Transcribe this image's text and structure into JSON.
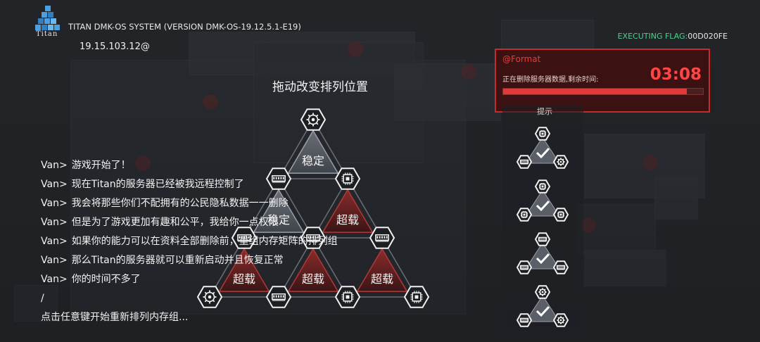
{
  "header": {
    "logo_text": "Titan",
    "system_title": "TITAN DMK-OS SYSTEM (VERSION DMK-OS-19.12.5.1-E19)",
    "prompt": "19.15.103.12@",
    "flag_label": "EXECUTING FLAG:",
    "flag_value": "00D020FE"
  },
  "board": {
    "title": "拖动改变排列位置",
    "tiles": [
      {
        "label": "稳定",
        "state": "stable"
      },
      {
        "label": "稳定",
        "state": "stable"
      },
      {
        "label": "超载",
        "state": "overload"
      },
      {
        "label": "超载",
        "state": "overload"
      },
      {
        "label": "超载",
        "state": "overload"
      },
      {
        "label": "超载",
        "state": "overload"
      }
    ],
    "nodes": [
      {
        "icon": "gear-icon"
      },
      {
        "icon": "memory-icon"
      },
      {
        "icon": "chip-icon"
      },
      {
        "icon": "memory-icon"
      },
      {
        "icon": "memory-icon"
      },
      {
        "icon": "memory-icon"
      },
      {
        "icon": "gear-icon"
      },
      {
        "icon": "memory-icon"
      },
      {
        "icon": "chip-icon"
      },
      {
        "icon": "chip-icon"
      }
    ]
  },
  "console": {
    "lines": [
      {
        "speaker": "Van>",
        "text": "游戏开始了！"
      },
      {
        "speaker": "Van>",
        "text": "现在Titan的服务器已经被我远程控制了"
      },
      {
        "speaker": "Van>",
        "text": "我会将那些你们不配拥有的公民隐私数据一一删除"
      },
      {
        "speaker": "Van>",
        "text": "但是为了游戏更加有趣和公平，我给你一点权限"
      },
      {
        "speaker": "Van>",
        "text": "如果你的能力可以在资料全部删除前，重组内存矩阵的排列组"
      },
      {
        "speaker": "Van>",
        "text": "那么Titan的服务器就可以重新启动并且恢复正常"
      },
      {
        "speaker": "Van>",
        "text": "你的时间不多了"
      },
      {
        "speaker": "",
        "text": "/"
      },
      {
        "speaker": "",
        "text": "点击任意键开始重新排列内存组..."
      }
    ]
  },
  "alert": {
    "title": "@Format",
    "message": "正在删除服务器数据,剩余时间:",
    "countdown": "03:08",
    "progress": 0.92,
    "color": "#e03a3a"
  },
  "hints": {
    "label": "提示",
    "items": [
      {
        "top": "chip-icon",
        "left": "memory-icon",
        "right": "gear-icon"
      },
      {
        "top": "chip-icon",
        "left": "chip-icon",
        "right": "chip-icon"
      },
      {
        "top": "memory-icon",
        "left": "memory-icon",
        "right": "memory-icon"
      },
      {
        "top": "gear-icon",
        "left": "memory-icon",
        "right": "gear-icon"
      }
    ]
  },
  "colors": {
    "accent_green": "#4fd08c",
    "alert_red": "#e03a3a",
    "stable_tile": "#5a5e66",
    "overload_tile": "#6a2222"
  }
}
